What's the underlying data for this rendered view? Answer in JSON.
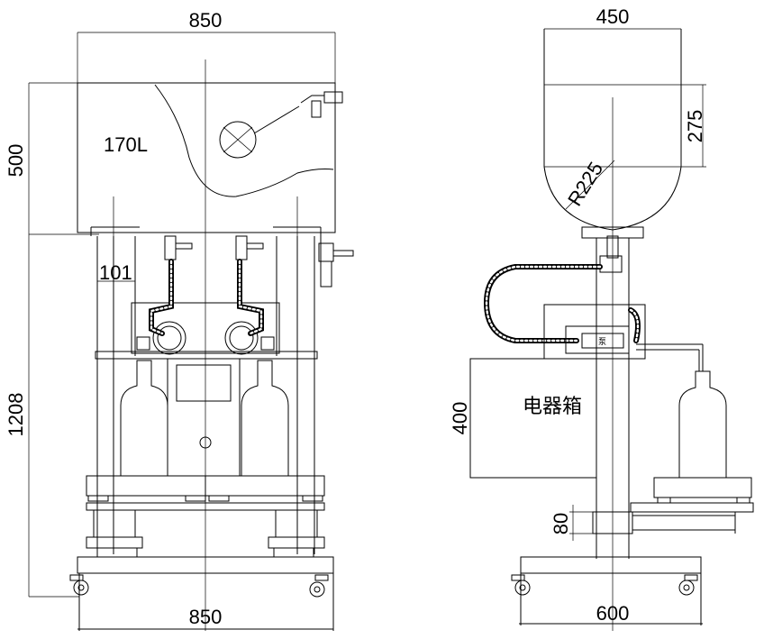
{
  "front_view": {
    "dim_width_top": "850",
    "dim_height_tank": "500",
    "dim_height_frame": "1208",
    "dim_offset": "101",
    "dim_width_base": "850",
    "tank_label": "170L"
  },
  "side_view": {
    "dim_width_top": "450",
    "dim_height_dome": "275",
    "dim_radius": "R225",
    "dim_box_height": "400",
    "dim_column_gap": "80",
    "dim_width_base": "600",
    "electric_box_label": "电器箱",
    "valve_mark": "泵"
  }
}
